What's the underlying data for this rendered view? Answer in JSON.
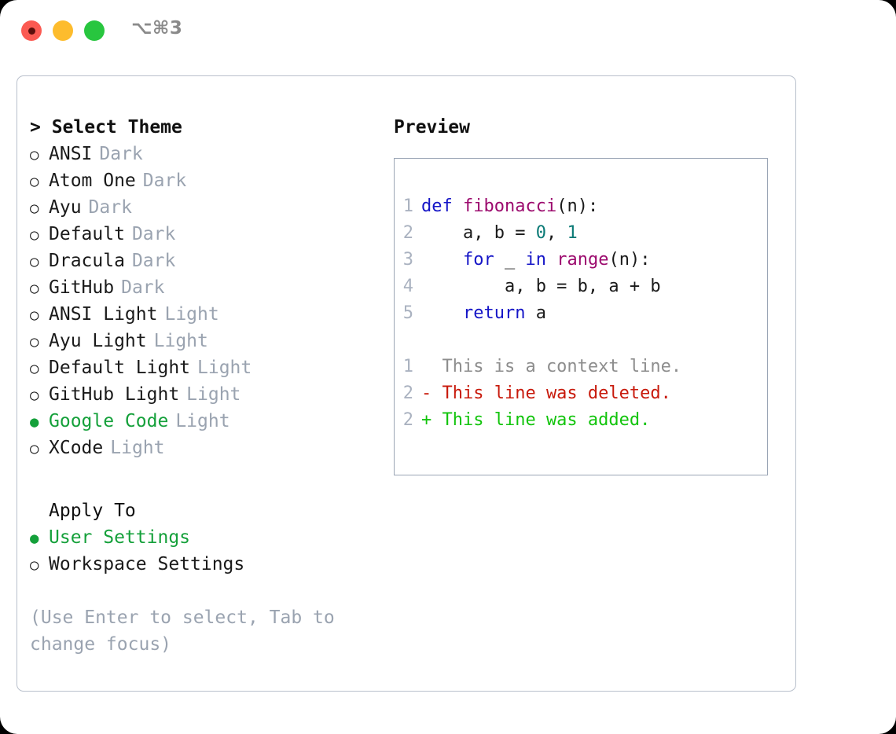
{
  "titlebar": {
    "shortcut_label": "⌥⌘3",
    "buttons": [
      {
        "name": "close",
        "color": "#fb5a52"
      },
      {
        "name": "minimize",
        "color": "#fdbc2d"
      },
      {
        "name": "zoom",
        "color": "#28c63f"
      }
    ]
  },
  "theme_list": {
    "header": "> Select Theme",
    "items": [
      {
        "marker": "○",
        "name": "ANSI",
        "variant": "Dark",
        "selected": false
      },
      {
        "marker": "○",
        "name": "Atom One",
        "variant": "Dark",
        "selected": false
      },
      {
        "marker": "○",
        "name": "Ayu",
        "variant": "Dark",
        "selected": false
      },
      {
        "marker": "○",
        "name": "Default",
        "variant": "Dark",
        "selected": false
      },
      {
        "marker": "○",
        "name": "Dracula",
        "variant": "Dark",
        "selected": false
      },
      {
        "marker": "○",
        "name": "GitHub",
        "variant": "Dark",
        "selected": false
      },
      {
        "marker": "○",
        "name": "ANSI Light",
        "variant": "Light",
        "selected": false
      },
      {
        "marker": "○",
        "name": "Ayu Light",
        "variant": "Light",
        "selected": false
      },
      {
        "marker": "○",
        "name": "Default Light",
        "variant": "Light",
        "selected": false
      },
      {
        "marker": "○",
        "name": "GitHub Light",
        "variant": "Light",
        "selected": false
      },
      {
        "marker": "●",
        "name": "Google Code",
        "variant": "Light",
        "selected": true
      },
      {
        "marker": "○",
        "name": "XCode",
        "variant": "Light",
        "selected": false
      }
    ]
  },
  "apply_to": {
    "header": "Apply To",
    "items": [
      {
        "marker": "●",
        "name": "User Settings",
        "selected": true
      },
      {
        "marker": "○",
        "name": "Workspace Settings",
        "selected": false
      }
    ]
  },
  "hint": "(Use Enter to select, Tab to change focus)",
  "preview": {
    "title": "Preview",
    "code_lines": [
      {
        "num": "1",
        "tokens": [
          {
            "t": "def ",
            "c": "kw"
          },
          {
            "t": "fibonacci",
            "c": "fn"
          },
          {
            "t": "(n):",
            "c": "punc"
          }
        ]
      },
      {
        "num": "2",
        "tokens": [
          {
            "t": "    a, b = ",
            "c": "src"
          },
          {
            "t": "0",
            "c": "num"
          },
          {
            "t": ", ",
            "c": "punc"
          },
          {
            "t": "1",
            "c": "num"
          }
        ]
      },
      {
        "num": "3",
        "tokens": [
          {
            "t": "    ",
            "c": "src"
          },
          {
            "t": "for",
            "c": "kw"
          },
          {
            "t": " _ ",
            "c": "punc"
          },
          {
            "t": "in",
            "c": "kw"
          },
          {
            "t": " ",
            "c": "punc"
          },
          {
            "t": "range",
            "c": "fn"
          },
          {
            "t": "(n):",
            "c": "punc"
          }
        ]
      },
      {
        "num": "4",
        "tokens": [
          {
            "t": "        a, b = b, a + b",
            "c": "src"
          }
        ]
      },
      {
        "num": "5",
        "tokens": [
          {
            "t": "    ",
            "c": "src"
          },
          {
            "t": "return",
            "c": "kw"
          },
          {
            "t": " a",
            "c": "src"
          }
        ]
      }
    ],
    "diff_lines": [
      {
        "num": "1",
        "text": "  This is a context line.",
        "kind": "ctx"
      },
      {
        "num": "2",
        "text": "- This line was deleted.",
        "kind": "del"
      },
      {
        "num": "2",
        "text": "+ This line was added.",
        "kind": "add"
      }
    ]
  },
  "colors": {
    "accent_selected": "#14a03a",
    "muted": "#9aa3b0",
    "keyword": "#1515c7",
    "function": "#9c0b6e",
    "number": "#0b7a76",
    "diff_delete": "#c81a0c",
    "diff_add": "#12c40c",
    "panel_border": "#b9c0cc",
    "code_border": "#9aa5b5"
  }
}
